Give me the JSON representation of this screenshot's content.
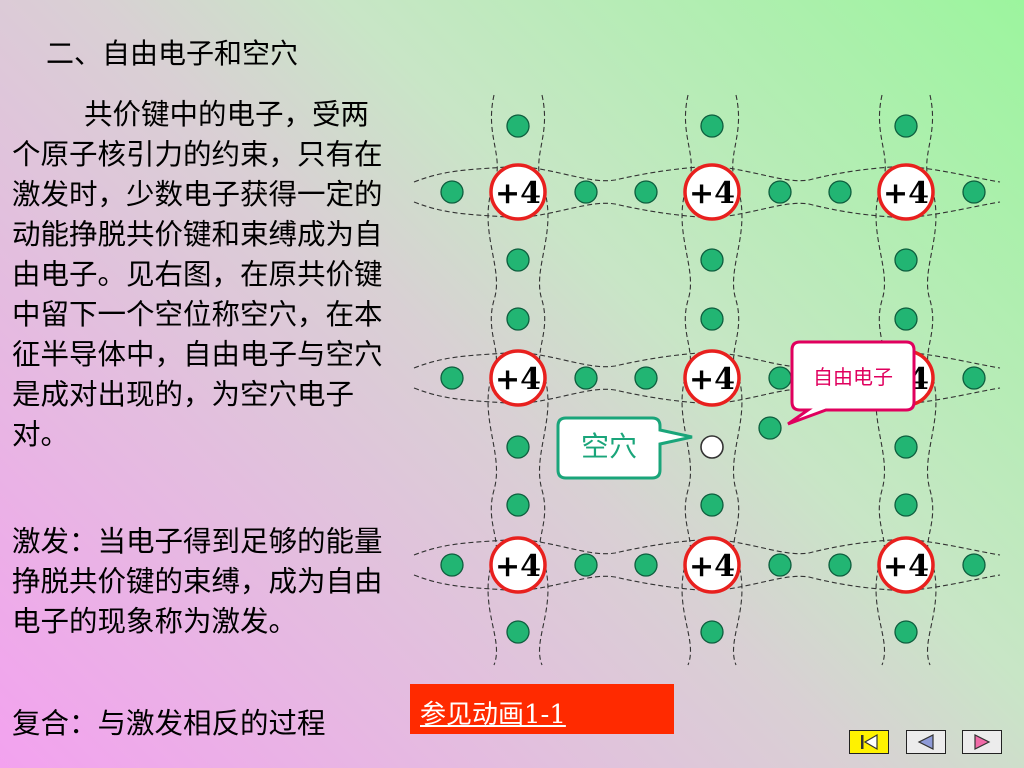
{
  "slide": {
    "heading": "二、自由电子和空穴",
    "paragraph_1": "共价键中的电子，受两个原子核引力的约束，只有在激发时，少数电子获得一定的动能挣脱共价键和束缚成为自由电子。见右图，在原共价键中留下一个空位称空穴，在本征半导体中，自由电子与空穴是成对出现的，为空穴电子对。",
    "paragraph_2": "激发：当电子得到足够的能量挣脱共价键的束缚，成为自由电子的现象称为激发。",
    "paragraph_3": "复合：与激发相反的过程"
  },
  "diagram": {
    "atom_label": "+4",
    "callout_free_electron": "自由电子",
    "callout_hole": "空穴",
    "colors": {
      "atom_ring": "#e8201e",
      "electron_fill": "#22b573",
      "hole_fill": "#ffffff",
      "callout_free_border": "#e0005e",
      "callout_hole_border": "#1aa57a"
    }
  },
  "link": {
    "label": "参见动画1-1"
  },
  "nav": {
    "first_icon": "first-slide-icon",
    "prev_icon": "previous-slide-icon",
    "next_icon": "next-slide-icon"
  }
}
